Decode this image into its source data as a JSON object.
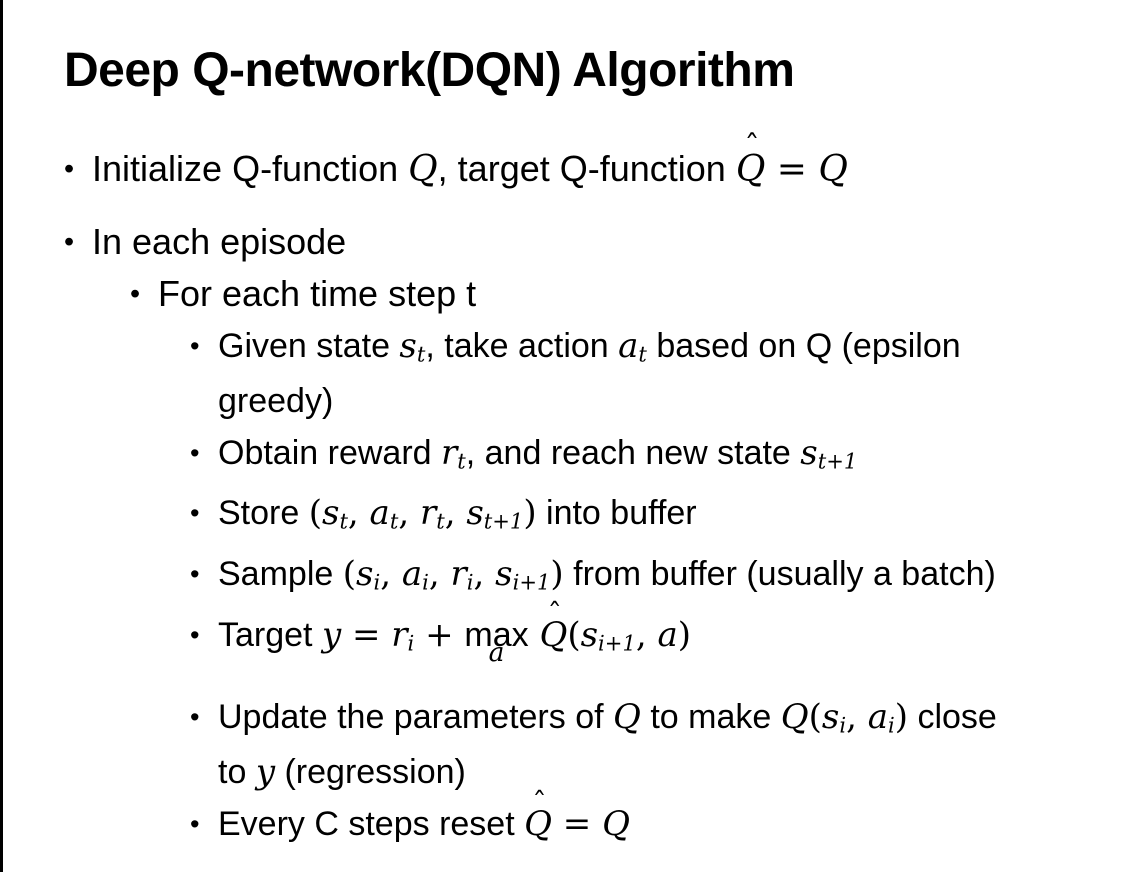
{
  "slide": {
    "title": "Deep Q-network(DQN) Algorithm",
    "bullet_char": "•",
    "hat_char": "ˆ",
    "colors": {
      "text": "#000000",
      "background": "#ffffff",
      "left_border": "#000000"
    },
    "bullets": [
      {
        "level": 1,
        "segs": [
          {
            "k": "t",
            "v": "Initialize Q-function "
          },
          {
            "k": "i",
            "v": "Q"
          },
          {
            "k": "t",
            "v": ", target Q-function "
          },
          {
            "k": "hat",
            "v": "Q"
          },
          {
            "k": "m",
            "v": " = "
          },
          {
            "k": "i",
            "v": "Q"
          }
        ]
      },
      {
        "level": 1,
        "segs": [
          {
            "k": "t",
            "v": "In each episode"
          }
        ]
      },
      {
        "level": 2,
        "segs": [
          {
            "k": "t",
            "v": "For each time step t"
          }
        ]
      },
      {
        "level": 3,
        "segs": [
          {
            "k": "t",
            "v": "Given state "
          },
          {
            "k": "i",
            "v": "s"
          },
          {
            "k": "sub",
            "v": "t"
          },
          {
            "k": "t",
            "v": ", take action "
          },
          {
            "k": "i",
            "v": "a"
          },
          {
            "k": "sub",
            "v": "t"
          },
          {
            "k": "t",
            "v": " based on Q (epsilon"
          },
          {
            "k": "br"
          },
          {
            "k": "t",
            "v": "greedy)"
          }
        ]
      },
      {
        "level": 3,
        "segs": [
          {
            "k": "t",
            "v": "Obtain reward "
          },
          {
            "k": "i",
            "v": "r"
          },
          {
            "k": "sub",
            "v": "t"
          },
          {
            "k": "t",
            "v": ", and reach new state "
          },
          {
            "k": "i",
            "v": "s"
          },
          {
            "k": "sub",
            "v": "t+1"
          }
        ]
      },
      {
        "level": 3,
        "segs": [
          {
            "k": "t",
            "v": "Store "
          },
          {
            "k": "m",
            "v": "("
          },
          {
            "k": "i",
            "v": "s"
          },
          {
            "k": "sub",
            "v": "t"
          },
          {
            "k": "m",
            "v": ", "
          },
          {
            "k": "i",
            "v": "a"
          },
          {
            "k": "sub",
            "v": "t"
          },
          {
            "k": "m",
            "v": ", "
          },
          {
            "k": "i",
            "v": "r"
          },
          {
            "k": "sub",
            "v": "t"
          },
          {
            "k": "m",
            "v": ", "
          },
          {
            "k": "i",
            "v": "s"
          },
          {
            "k": "sub",
            "v": "t+1"
          },
          {
            "k": "m",
            "v": ")"
          },
          {
            "k": "t",
            "v": " into buffer"
          }
        ]
      },
      {
        "level": 3,
        "segs": [
          {
            "k": "t",
            "v": "Sample "
          },
          {
            "k": "m",
            "v": "("
          },
          {
            "k": "i",
            "v": "s"
          },
          {
            "k": "sub",
            "v": "i"
          },
          {
            "k": "m",
            "v": ", "
          },
          {
            "k": "i",
            "v": "a"
          },
          {
            "k": "sub",
            "v": "i"
          },
          {
            "k": "m",
            "v": ", "
          },
          {
            "k": "i",
            "v": "r"
          },
          {
            "k": "sub",
            "v": "i"
          },
          {
            "k": "m",
            "v": ", "
          },
          {
            "k": "i",
            "v": "s"
          },
          {
            "k": "sub",
            "v": "i+1"
          },
          {
            "k": "m",
            "v": ")"
          },
          {
            "k": "t",
            "v": " from buffer (usually a batch)"
          }
        ]
      },
      {
        "level": 3,
        "segs": [
          {
            "k": "t",
            "v": "Target "
          },
          {
            "k": "i",
            "v": "y"
          },
          {
            "k": "m",
            "v": " = "
          },
          {
            "k": "i",
            "v": "r"
          },
          {
            "k": "sub",
            "v": "i"
          },
          {
            "k": "m",
            "v": " + "
          },
          {
            "k": "under",
            "v": "max",
            "u": "a"
          },
          {
            "k": "m",
            "v": " "
          },
          {
            "k": "hat",
            "v": "Q"
          },
          {
            "k": "m",
            "v": "("
          },
          {
            "k": "i",
            "v": "s"
          },
          {
            "k": "sub",
            "v": "i+1"
          },
          {
            "k": "m",
            "v": ", "
          },
          {
            "k": "i",
            "v": "a"
          },
          {
            "k": "m",
            "v": ")"
          }
        ]
      },
      {
        "level": 3,
        "segs": [
          {
            "k": "t",
            "v": "Update the parameters of "
          },
          {
            "k": "i",
            "v": "Q"
          },
          {
            "k": "t",
            "v": " to make "
          },
          {
            "k": "i",
            "v": "Q"
          },
          {
            "k": "m",
            "v": "("
          },
          {
            "k": "i",
            "v": "s"
          },
          {
            "k": "sub",
            "v": "i"
          },
          {
            "k": "m",
            "v": ", "
          },
          {
            "k": "i",
            "v": "a"
          },
          {
            "k": "sub",
            "v": "i"
          },
          {
            "k": "m",
            "v": ")"
          },
          {
            "k": "t",
            "v": " close"
          },
          {
            "k": "br"
          },
          {
            "k": "t",
            "v": "to "
          },
          {
            "k": "i",
            "v": "y"
          },
          {
            "k": "t",
            "v": " (regression)"
          }
        ]
      },
      {
        "level": 3,
        "segs": [
          {
            "k": "t",
            "v": "Every C steps reset "
          },
          {
            "k": "hat",
            "v": "Q"
          },
          {
            "k": "m",
            "v": " = "
          },
          {
            "k": "i",
            "v": "Q"
          }
        ]
      }
    ]
  }
}
